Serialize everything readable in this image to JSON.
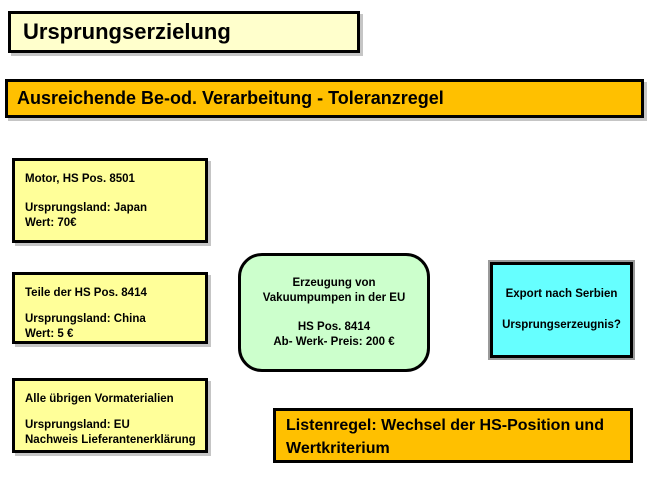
{
  "title_box": {
    "label": "Ursprungserzielung"
  },
  "header_bar": {
    "label": "Ausreichende Be-od. Verarbeitung - Toleranzregel"
  },
  "material_boxes": [
    {
      "line1": "Motor, HS Pos. 8501",
      "line2": "Ursprungsland: Japan",
      "line3": "Wert: 70€"
    },
    {
      "line1": "Teile der HS Pos. 8414",
      "line2": "Ursprungsland: China",
      "line3": "Wert: 5 €"
    },
    {
      "line1": "Alle übrigen Vormaterialien",
      "line2": "Ursprungsland: EU",
      "line3": "Nachweis Lieferantenerklärung"
    }
  ],
  "process_box": {
    "line1": "Erzeugung von",
    "line2": "Vakuumpumpen in der EU",
    "line3": "HS Pos. 8414",
    "line4": "Ab- Werk- Preis: 200 €"
  },
  "export_box": {
    "line1": "Export nach Serbien",
    "line2": "Ursprungserzeugnis?"
  },
  "rule_box": {
    "label": "Listenregel: Wechsel der HS-Position und Wertkriterium"
  },
  "colors": {
    "title_fill": "#FFFFCC",
    "header_fill": "#FFC000",
    "material_fill": "#FFFF99",
    "process_fill": "#CCFFCC",
    "export_fill": "#66FFFF",
    "border": "#000000",
    "background": "#FFFFFF"
  }
}
